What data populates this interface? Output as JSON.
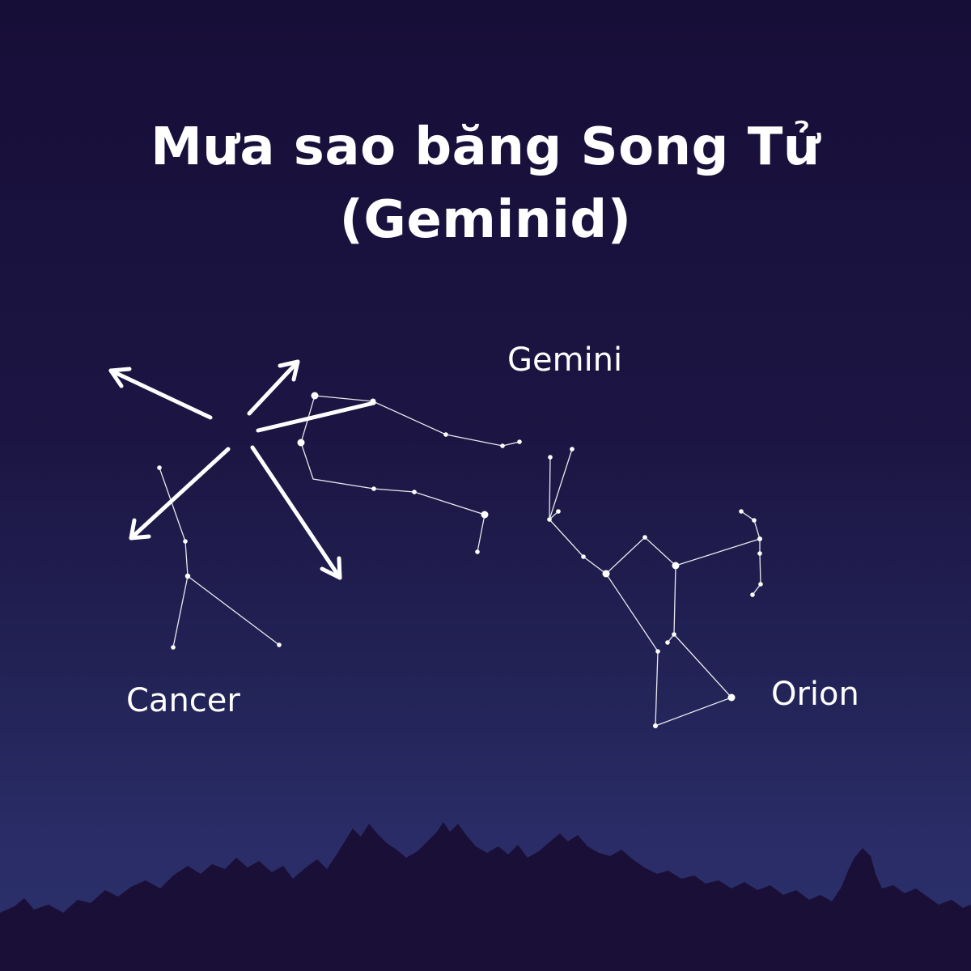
{
  "title": {
    "line1": "Mưa sao băng Song Tử",
    "line2": "(Geminid)"
  },
  "constellations": {
    "gemini": "Gemini",
    "cancer": "Cancer",
    "orion": "Orion"
  },
  "colors": {
    "sky_top": "#170e38",
    "sky_bottom": "#2b2f6a",
    "silhouette": "#1a0f36",
    "lines": "#ffffff"
  }
}
